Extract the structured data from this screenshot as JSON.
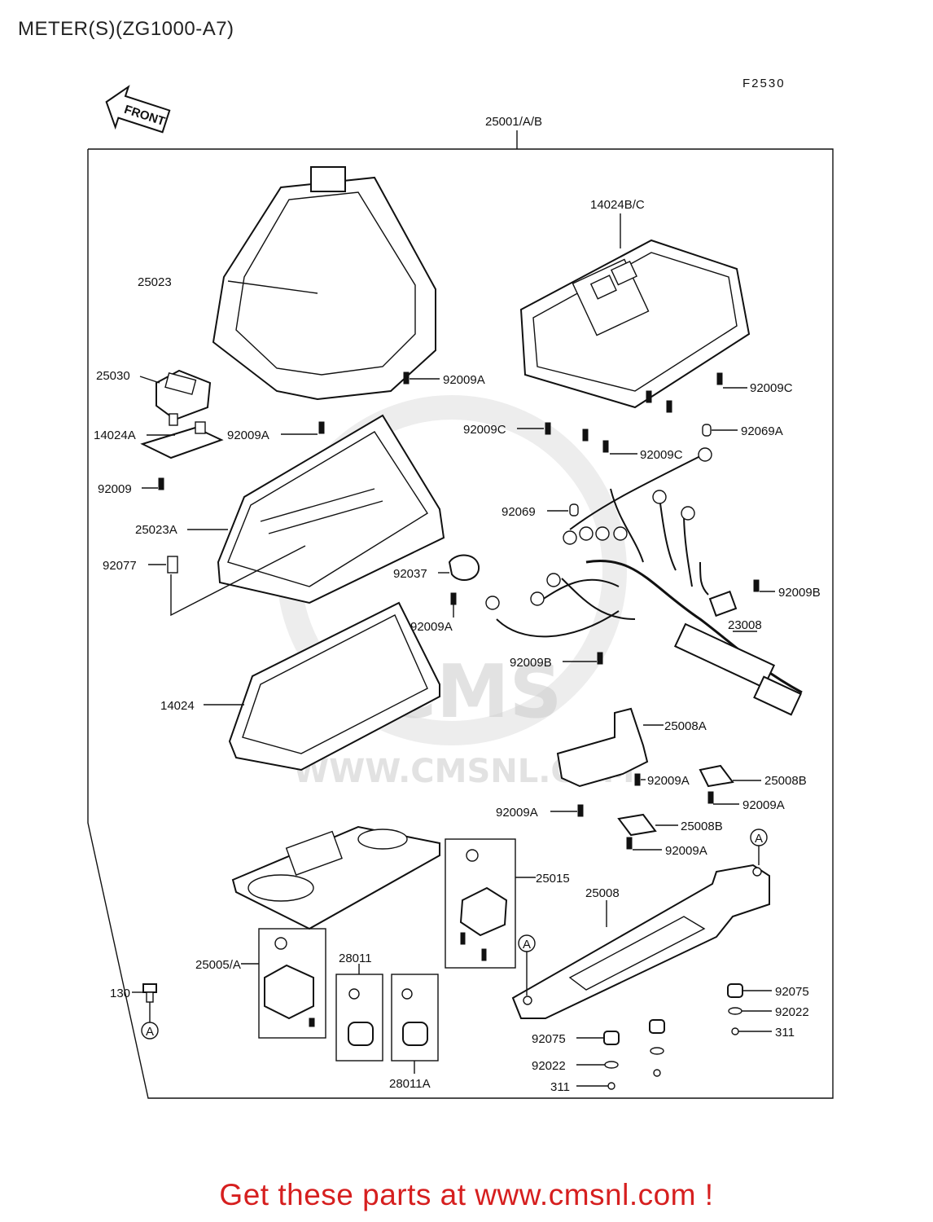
{
  "page_title": "METER(S)(ZG1000-A7)",
  "figure_code": "F2530",
  "front_label": "FRONT",
  "watermark": "WWW.CMSNL.COM",
  "footer_text": "Get these parts at www.cmsnl.com !",
  "labels": {
    "l25001": "25001/A/B",
    "l14024BC": "14024B/C",
    "l25023": "25023",
    "l25030": "25030",
    "l92009A_1": "92009A",
    "l92009C_1": "92009C",
    "l14024A": "14024A",
    "l92009A_2": "92009A",
    "l92009C_2": "92009C",
    "l92069A": "92069A",
    "l92009C_3": "92009C",
    "l92009": "92009",
    "l92069": "92069",
    "l25023A": "25023A",
    "l92077": "92077",
    "l92037": "92037",
    "l92009B_1": "92009B",
    "l92009A_3": "92009A",
    "l23008": "23008",
    "l92009B_2": "92009B",
    "l14024": "14024",
    "l25008A": "25008A",
    "l92009A_4": "92009A",
    "l25008B_1": "25008B",
    "l92009A_5": "92009A",
    "l92009A_6": "92009A",
    "l25008B_2": "25008B",
    "l92009A_7": "92009A",
    "l25015": "25015",
    "l25008": "25008",
    "lA_1": "A",
    "l25005A": "25005/A",
    "l28011": "28011",
    "lA_2": "A",
    "l130": "130",
    "lA_3": "A",
    "l92075_1": "92075",
    "l92022_1": "92022",
    "l311_1": "311",
    "l92075_2": "92075",
    "l92022_2": "92022",
    "l311_2": "311",
    "l28011A": "28011A"
  }
}
